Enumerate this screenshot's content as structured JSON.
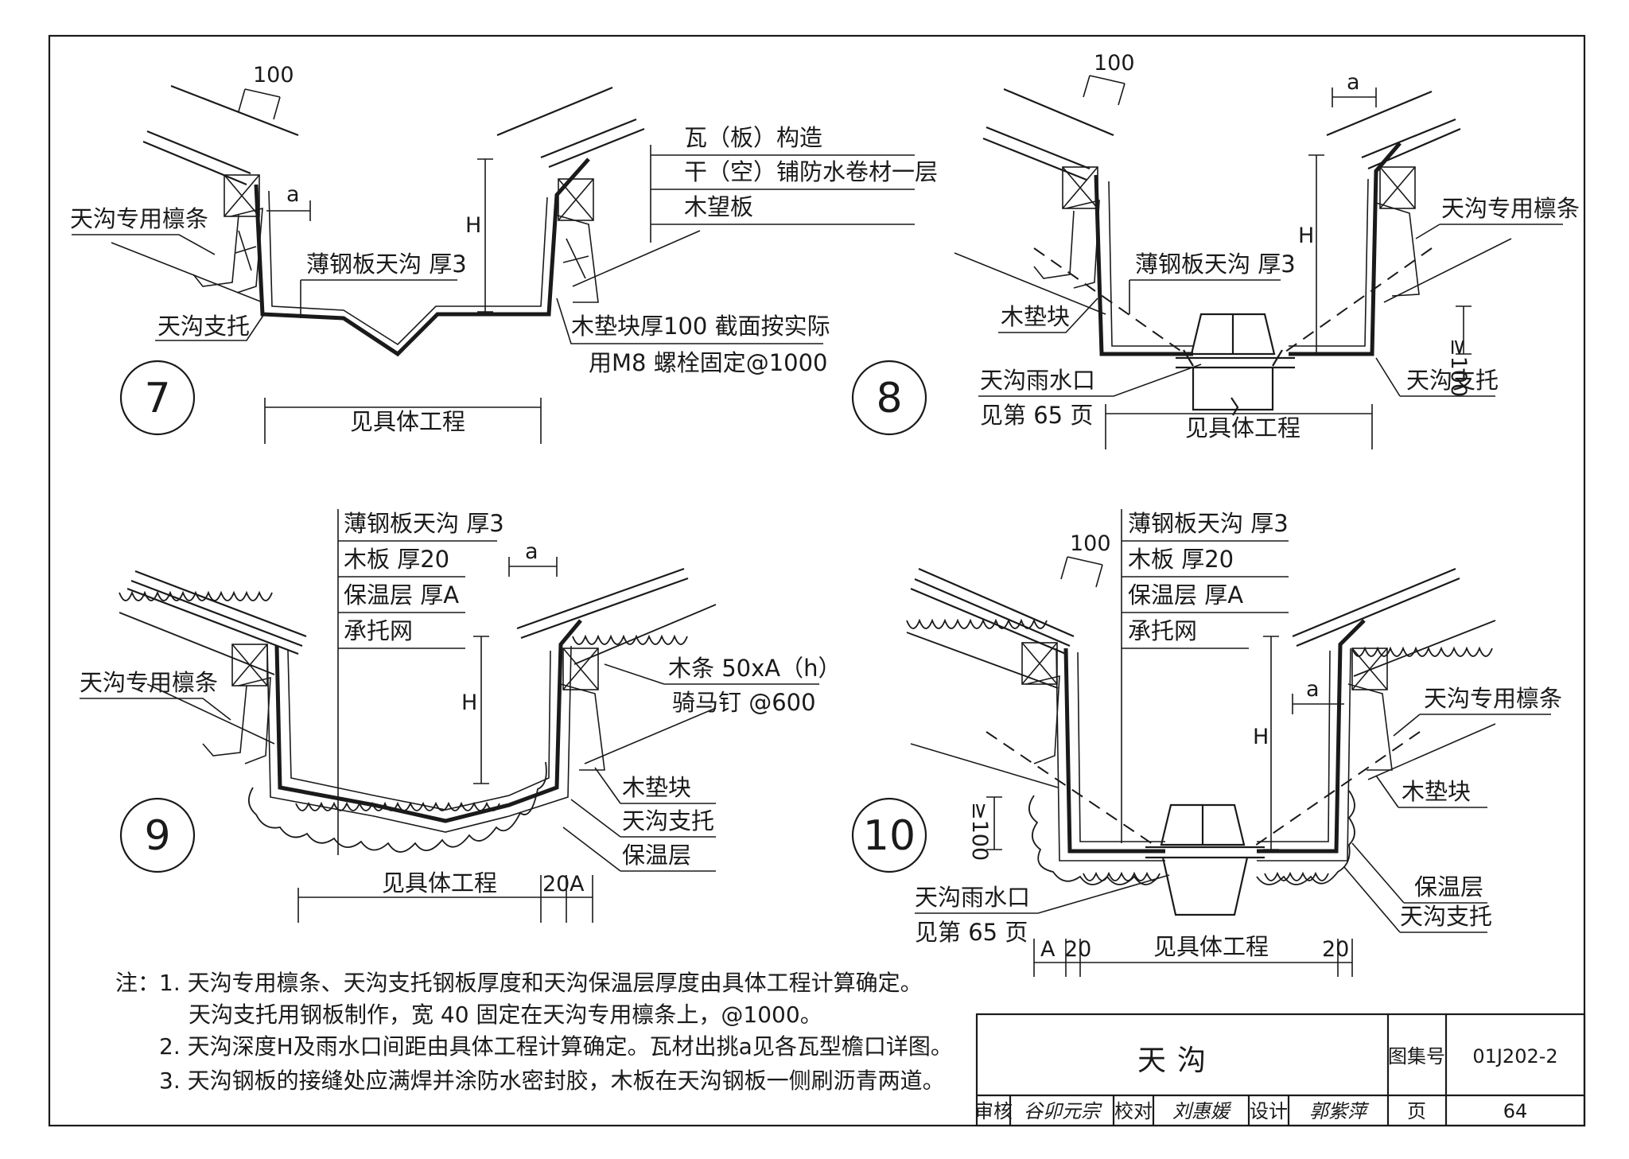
{
  "details": {
    "d7": {
      "number": "7",
      "dim_top": "100",
      "dim_a": "a",
      "dim_h": "H",
      "layers": [
        "瓦（板）构造",
        "干（空）铺防水卷材一层",
        "木望板"
      ],
      "purlin": "天沟专用檩条",
      "gutter": "薄钢板天沟  厚3",
      "support": "天沟支托",
      "block_1": "木垫块厚100 截面按实际",
      "block_2": "用M8  螺栓固定@1000",
      "span": "见具体工程"
    },
    "d8": {
      "number": "8",
      "dim_top": "100",
      "dim_a": "a",
      "dim_h": "H",
      "dim_min": "≥100",
      "gutter": "薄钢板天沟  厚3",
      "purlin": "天沟专用檩条",
      "block": "木垫块",
      "outlet_1": "天沟雨水口",
      "outlet_2": "见第 65 页",
      "support": "天沟支托",
      "span": "见具体工程"
    },
    "d9": {
      "number": "9",
      "dim_a": "a",
      "dim_h": "H",
      "layers": [
        "薄钢板天沟  厚3",
        "木板  厚20",
        "保温层  厚A",
        "承托网"
      ],
      "purlin": "天沟专用檩条",
      "strip_1": "木条 50xA（h）",
      "strip_2": "骑马钉 @600",
      "block": "木垫块",
      "support": "天沟支托",
      "insulation": "保温层",
      "span": "见具体工程",
      "dim_20": "20",
      "dim_A": "A"
    },
    "d10": {
      "number": "10",
      "dim_top": "100",
      "dim_a": "a",
      "dim_h": "H",
      "dim_min": "≥100",
      "layers": [
        "薄钢板天沟  厚3",
        "木板  厚20",
        "保温层  厚A",
        "承托网"
      ],
      "purlin": "天沟专用檩条",
      "block": "木垫块",
      "insulation": "保温层",
      "support": "天沟支托",
      "outlet_1": "天沟雨水口",
      "outlet_2": "见第 65 页",
      "span": "见具体工程",
      "dim_A": "A",
      "dim_20a": "20",
      "dim_20b": "20"
    }
  },
  "notes": {
    "prefix": "注：",
    "line1": "1. 天沟专用檩条、天沟支托钢板厚度和天沟保温层厚度由具体工程计算确定。",
    "line1b": "天沟支托用钢板制作，宽 40  固定在天沟专用檩条上，@1000。",
    "line2": "2. 天沟深度H及雨水口间距由具体工程计算确定。瓦材出挑a见各瓦型檐口详图。",
    "line3": "3. 天沟钢板的接缝处应满焊并涂防水密封胶，木板在天沟钢板一侧刷沥青两道。"
  },
  "title_block": {
    "title": "天沟",
    "atlas_label": "图集号",
    "atlas_no": "01J202-2",
    "review_label": "审核",
    "review_sig": "谷卯元宗",
    "check_label": "校对",
    "check_sig": "刘惠媛",
    "design_label": "设计",
    "design_sig": "郭紫萍",
    "page_label": "页",
    "page_no": "64"
  }
}
